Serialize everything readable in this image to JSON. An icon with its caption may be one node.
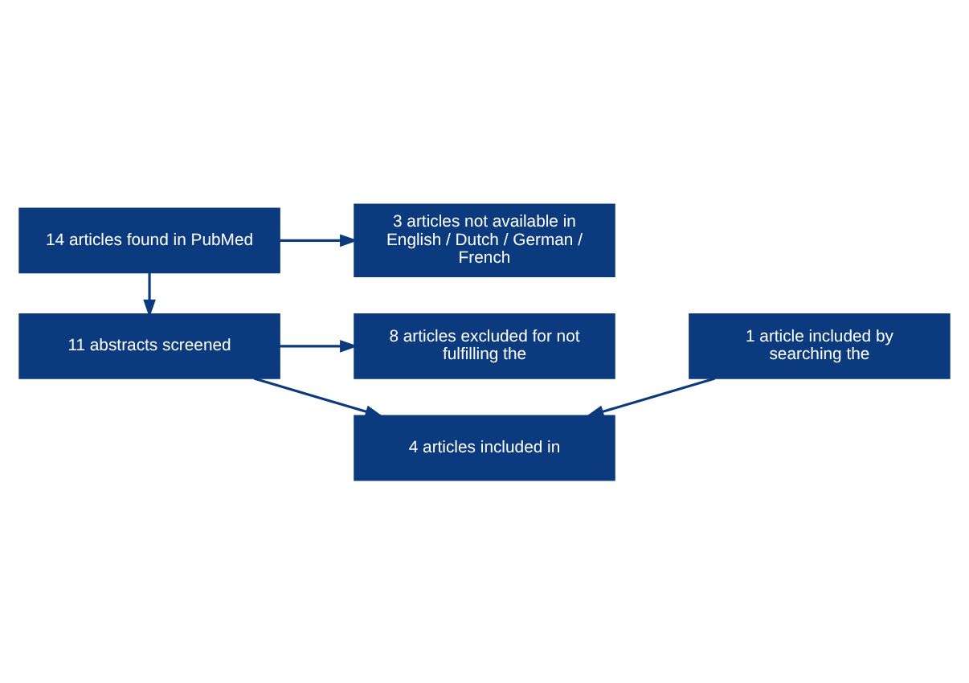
{
  "diagram": {
    "nodes": [
      {
        "text": [
          "14 articles found in PubMed"
        ]
      },
      {
        "text": [
          "3 articles not available in English / Dutch / German / French"
        ]
      },
      {
        "text": [
          "11 abstracts screened"
        ]
      },
      {
        "text": [
          "8 articles excluded for not fulfilling the"
        ]
      },
      {
        "text": [
          "1 article included by searching the"
        ]
      },
      {
        "text": [
          "4 articles included in"
        ]
      }
    ],
    "edges": [
      {
        "from": 0,
        "to": 2,
        "arrow": "to"
      },
      {
        "from": 0,
        "to": 1,
        "arrow": "to"
      },
      {
        "from": 2,
        "to": 5,
        "arrow": "to"
      },
      {
        "from": 2,
        "to": 3,
        "arrow": "to"
      },
      {
        "from": 4,
        "to": 5,
        "arrow": "to"
      }
    ]
  }
}
